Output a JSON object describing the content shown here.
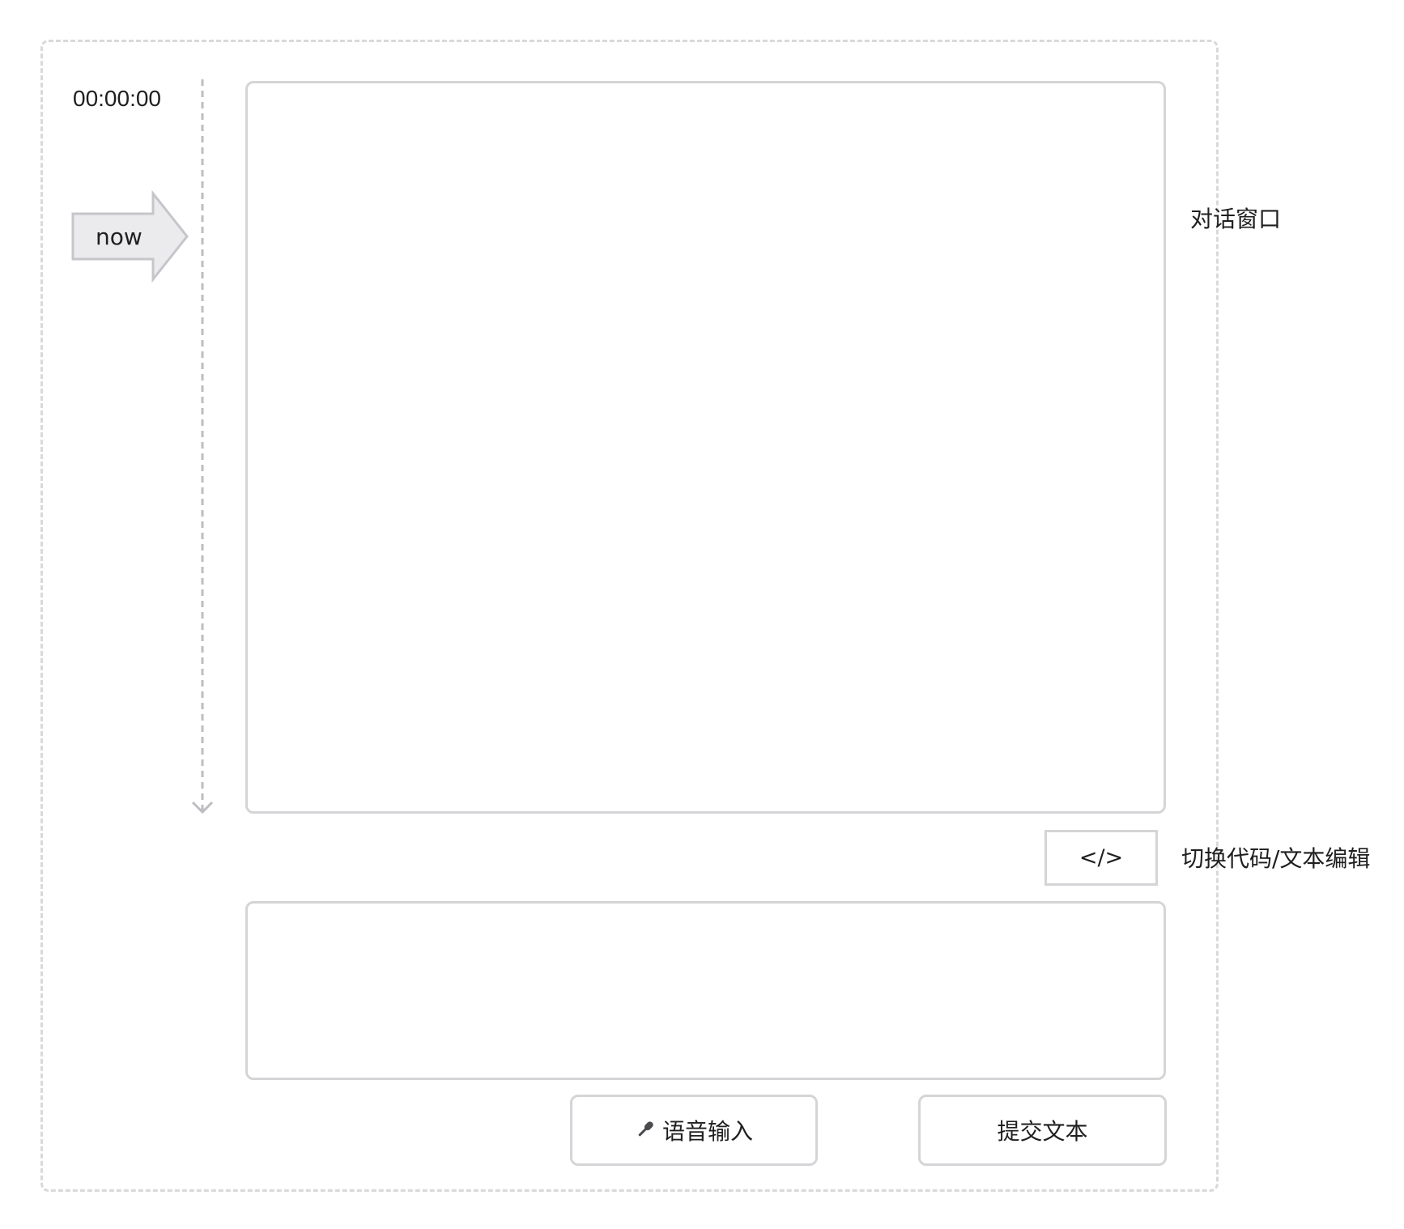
{
  "timer": {
    "value": "00:00:00"
  },
  "timeline": {
    "marker_label": "now"
  },
  "conversation": {
    "annotation": "对话窗口"
  },
  "editor_toggle": {
    "button_label": "</>",
    "annotation": "切换代码/文本编辑"
  },
  "text_input": {
    "value": "",
    "placeholder": ""
  },
  "actions": {
    "voice_label": "语音输入",
    "voice_icon": "microphone-icon",
    "submit_label": "提交文本"
  },
  "colors": {
    "border": "#d5d5d8",
    "dashed_border": "#d9d9dc",
    "marker_fill": "#ebebed",
    "marker_stroke": "#c5c5ca",
    "text": "#1f1f1f"
  }
}
